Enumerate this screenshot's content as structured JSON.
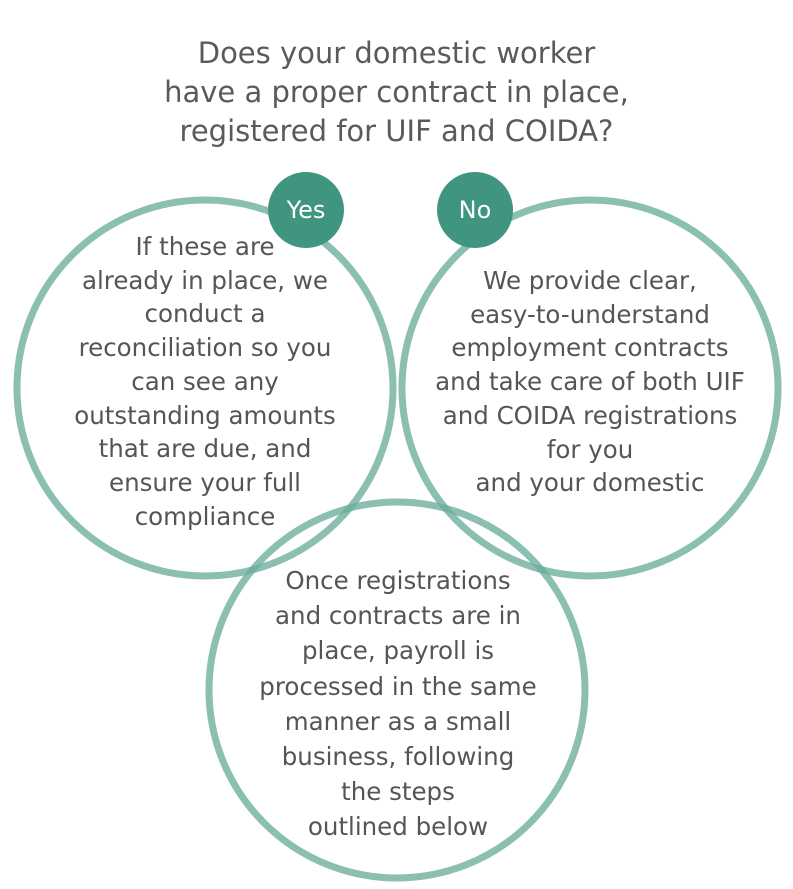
{
  "title": {
    "lines": [
      "Does your domestic worker",
      "have a proper contract in place,",
      "registered for UIF and COIDA?"
    ]
  },
  "yes": {
    "label": "Yes",
    "lines": [
      "If these are",
      "already in place, we",
      "conduct a",
      "reconciliation so you",
      "can see any",
      "outstanding amounts",
      "that are due, and",
      "ensure your full",
      "compliance"
    ]
  },
  "no": {
    "label": "No",
    "lines": [
      "We provide clear,",
      "easy-to-understand",
      "employment contracts",
      "and take care of both UIF",
      "and COIDA registrations",
      "for you",
      "and your domestic"
    ]
  },
  "bottom": {
    "lines": [
      "Once registrations",
      "and contracts are in",
      "place, payroll is",
      "processed in the same",
      "manner as a small",
      "business, following",
      "the steps",
      "outlined below"
    ]
  },
  "colors": {
    "ring": "#6aad9c",
    "badge": "#3f9580",
    "text": "#555555"
  }
}
